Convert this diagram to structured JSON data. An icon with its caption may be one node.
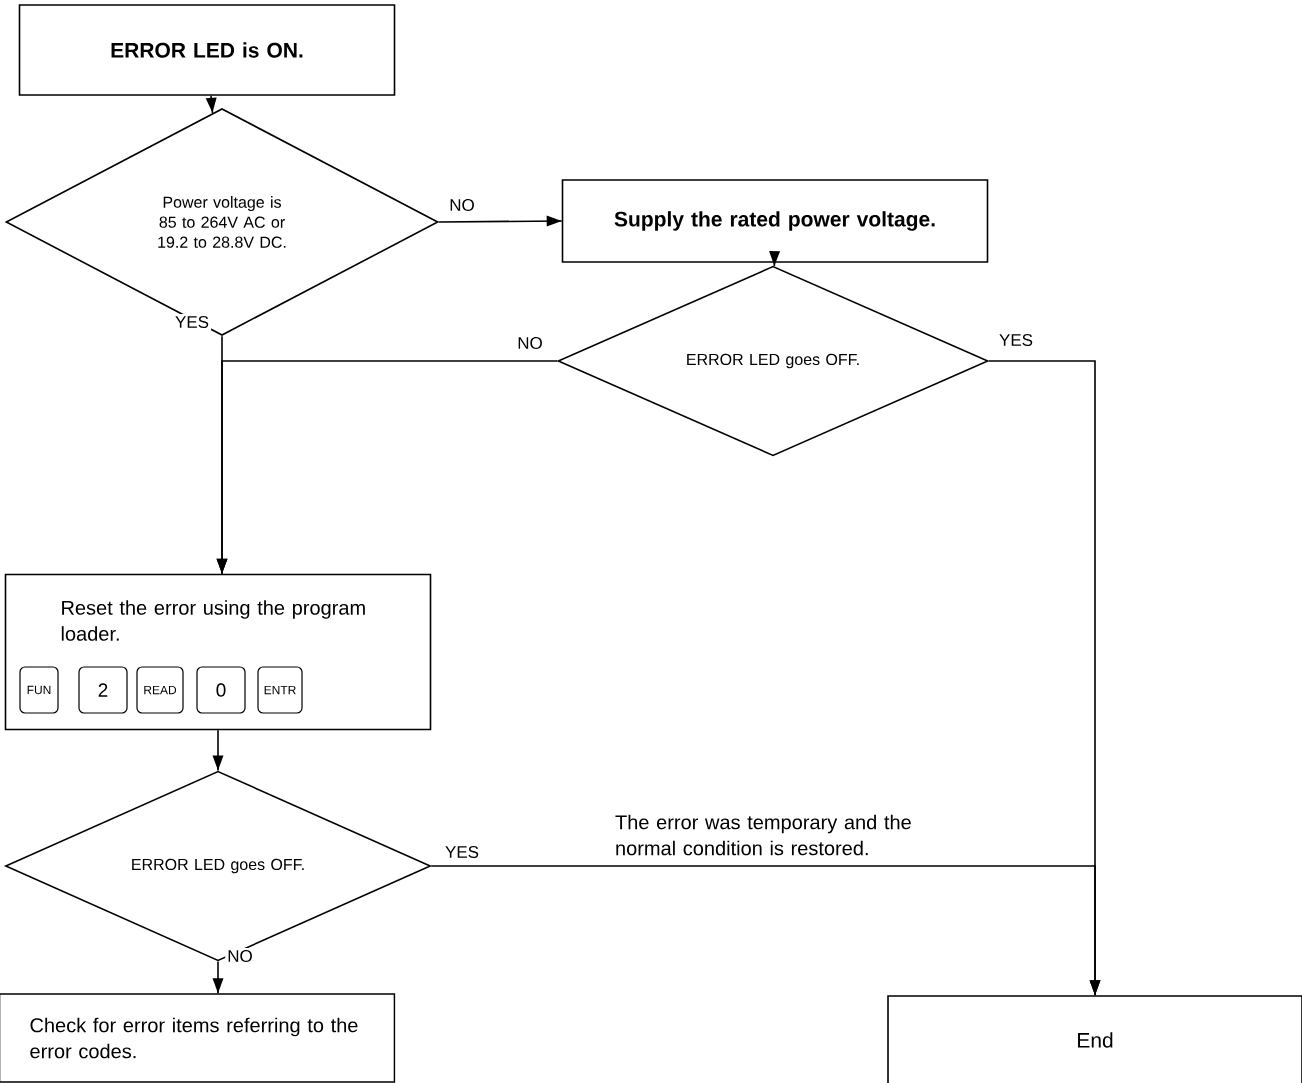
{
  "diagram": {
    "nodes": [
      {
        "text": [
          "ERROR LED is ON."
        ]
      },
      {
        "text": [
          "Power voltage is 85 to 264V AC or 19.2 to 28.8V DC."
        ]
      },
      {
        "text": [
          "Supply the rated power voltage."
        ]
      },
      {
        "text": [
          "ERROR LED goes OFF."
        ]
      },
      {
        "text": [
          "Reset the error using the program loader."
        ]
      },
      {
        "text": [
          "FUN"
        ],
        "in": 4
      },
      {
        "text": [
          "2"
        ],
        "in": 4
      },
      {
        "text": [
          "READ"
        ],
        "in": 4
      },
      {
        "text": [
          "0"
        ],
        "in": 4
      },
      {
        "text": [
          "ENTR"
        ],
        "in": 4
      },
      {
        "text": [
          "ERROR LED goes OFF."
        ]
      },
      {
        "text": [
          "Check for error items referring to the error codes."
        ]
      },
      {
        "text": [
          "End"
        ]
      }
    ],
    "edges": [
      {
        "from": 0,
        "to": 1,
        "arrow": "to"
      },
      {
        "from": 1,
        "to": 2,
        "arrow": "to",
        "label": "NO"
      },
      {
        "from": 1,
        "to": 4,
        "arrow": "to",
        "label": "YES"
      },
      {
        "from": 2,
        "to": 3,
        "arrow": "to"
      },
      {
        "from": 3,
        "to": 4,
        "arrow": "to",
        "label": "NO"
      },
      {
        "from": 3,
        "to": 12,
        "arrow": "to",
        "label": "YES"
      },
      {
        "from": 4,
        "to": 10,
        "arrow": "to"
      },
      {
        "from": 10,
        "to": 12,
        "arrow": "to",
        "label": "YES"
      },
      {
        "from": 10,
        "to": 11,
        "arrow": "to",
        "label": "NO"
      }
    ],
    "labels": [
      "The error was temporary and the normal condition is restored."
    ]
  }
}
